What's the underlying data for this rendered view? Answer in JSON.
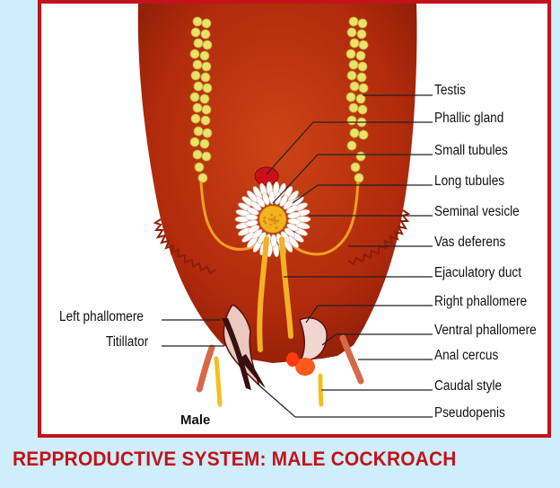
{
  "labels": {
    "testis": "Testis",
    "phallic_gland": "Phallic gland",
    "small_tubules": "Small tubules",
    "long_tubules": "Long tubules",
    "seminal_vesicle": "Seminal vesicle",
    "vas_deferens": "Vas deferens",
    "ejaculatory_duct": "Ejaculatory duct",
    "right_phallomere": "Right phallomere",
    "ventral_phallomere": "Ventral phallomere",
    "anal_cercus": "Anal cercus",
    "caudal_style": "Caudal style",
    "pseudopenis": "Pseudopenis",
    "left_phallomere": "Left phallomere",
    "titillator": "Titillator"
  },
  "sex_label": "Male",
  "caption": "REPPRODUCTIVE SYSTEM: MALE COCKROACH",
  "colors": {
    "border": "#c4121a",
    "background": "#cdeefa",
    "abdomen": "#b8300e",
    "testis": "#e8e060",
    "caption": "#c4121a"
  }
}
